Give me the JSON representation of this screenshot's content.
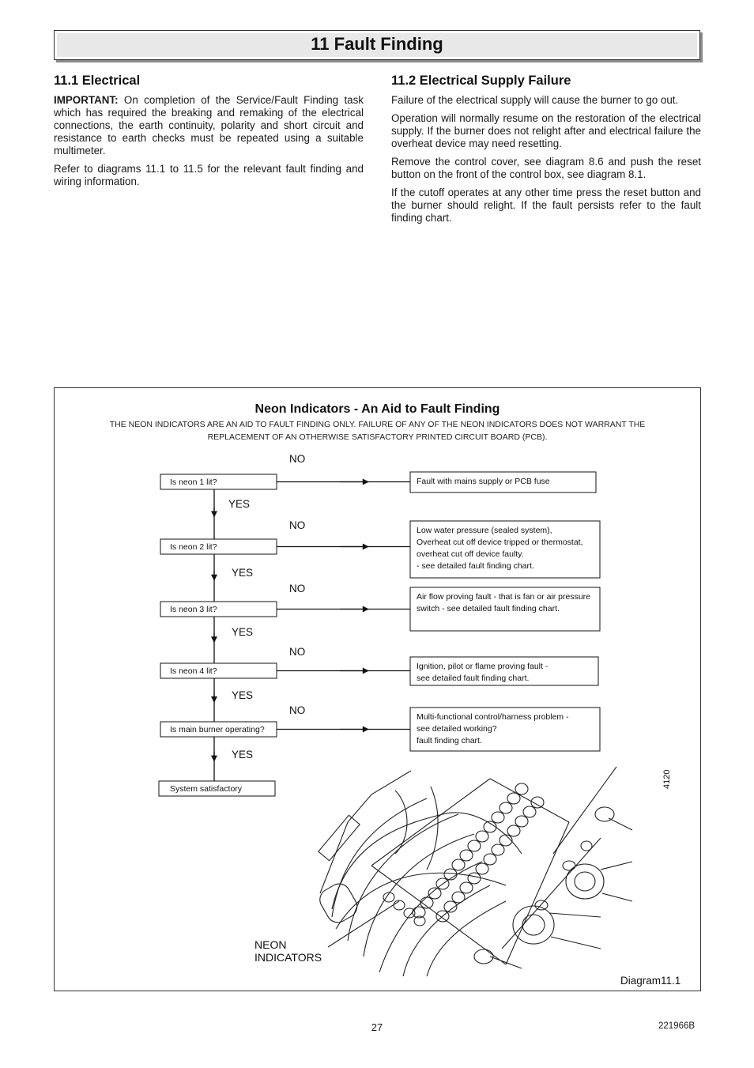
{
  "header": {
    "title": "11 Fault Finding"
  },
  "sections": {
    "electrical": {
      "heading": "11.1 Electrical",
      "important_label": "IMPORTANT:",
      "important_text": " On completion of the Service/Fault Finding task which has required the breaking and remaking of the electrical connections, the earth continuity, polarity and short circuit and resistance to earth checks must be repeated using a suitable multimeter.",
      "para2": "Refer to diagrams 11.1 to 11.5 for the relevant fault finding and wiring information."
    },
    "supply_failure": {
      "heading": "11.2 Electrical Supply Failure",
      "para1": "Failure of the electrical supply will cause the burner to go out.",
      "para2": "Operation will normally resume on the restoration of the electrical supply.  If the burner does not relight after and electrical failure the overheat device may need resetting.",
      "para3": "Remove the control cover, see diagram 8.6 and push the reset button on the front of the control box, see diagram 8.1.",
      "para4": "If the cutoff operates at any other time press the reset button and the burner should relight.  If the fault persists refer to the fault finding chart."
    }
  },
  "diagram": {
    "title": "Neon Indicators - An Aid to Fault Finding",
    "subtitle_line1": "THE NEON INDICATORS ARE AN AID TO FAULT FINDING ONLY.  FAILURE OF ANY OF THE NEON INDICATORS DOES NOT WARRANT THE",
    "subtitle_line2": "REPLACEMENT  OF AN OTHERWISE SATISFACTORY PRINTED CIRCUIT BOARD (PCB).",
    "no_label": "NO",
    "yes_label": "YES",
    "questions": [
      "Is neon 1 lit?",
      "Is neon 2 lit?",
      "Is neon 3 lit?",
      "Is neon 4 lit?",
      "Is main burner operating?"
    ],
    "final": "System satisfactory",
    "faults": [
      [
        "Fault with mains supply or PCB fuse"
      ],
      [
        "Low water pressure (sealed system),",
        "Overheat  cut off device tripped or thermostat,",
        "overheat cut off device faulty.",
        "- see detailed fault finding chart."
      ],
      [
        "Air flow proving fault - that is fan or air pressure",
        "switch - see detailed fault finding chart."
      ],
      [
        "Ignition, pilot or flame proving fault -",
        "see detailed fault finding chart."
      ],
      [
        "Multi-functional control/harness problem -",
        "see detailed working?",
        "fault finding chart."
      ]
    ],
    "neon_label_line1": "NEON",
    "neon_label_line2": "INDICATORS",
    "ref_number": "4120",
    "caption": "Diagram11.1"
  },
  "footer": {
    "page_number": "27",
    "doc_code": "221966B"
  }
}
